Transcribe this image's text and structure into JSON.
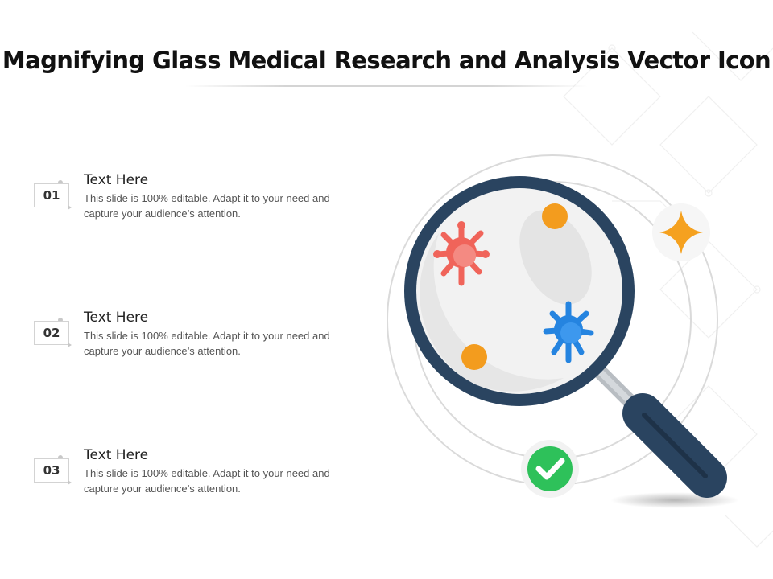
{
  "title": "Magnifying Glass Medical Research and Analysis Vector Icon",
  "items": [
    {
      "number": "01",
      "heading": "Text Here",
      "body": "This slide is 100% editable. Adapt it to your need and capture your audience’s attention."
    },
    {
      "number": "02",
      "heading": "Text Here",
      "body": "This slide is 100% editable. Adapt it to your need and capture your audience’s attention."
    },
    {
      "number": "03",
      "heading": "Text Here",
      "body": "This slide is 100% editable. Adapt it to your need and capture your audience’s attention."
    }
  ],
  "illustration": {
    "icons": [
      "magnifying-glass-icon",
      "red-germ-icon",
      "blue-germ-icon",
      "orange-dot-icon",
      "star-sparkle-icon",
      "check-circle-icon"
    ],
    "colors": {
      "lens_frame": "#2a4460",
      "handle": "#2a4460",
      "red_germ": "#f0645a",
      "blue_germ": "#2584e0",
      "dots": "#f39c1e",
      "star": "#f5a11f",
      "check": "#2ec15a",
      "orbit": "#dcdcdc"
    }
  }
}
